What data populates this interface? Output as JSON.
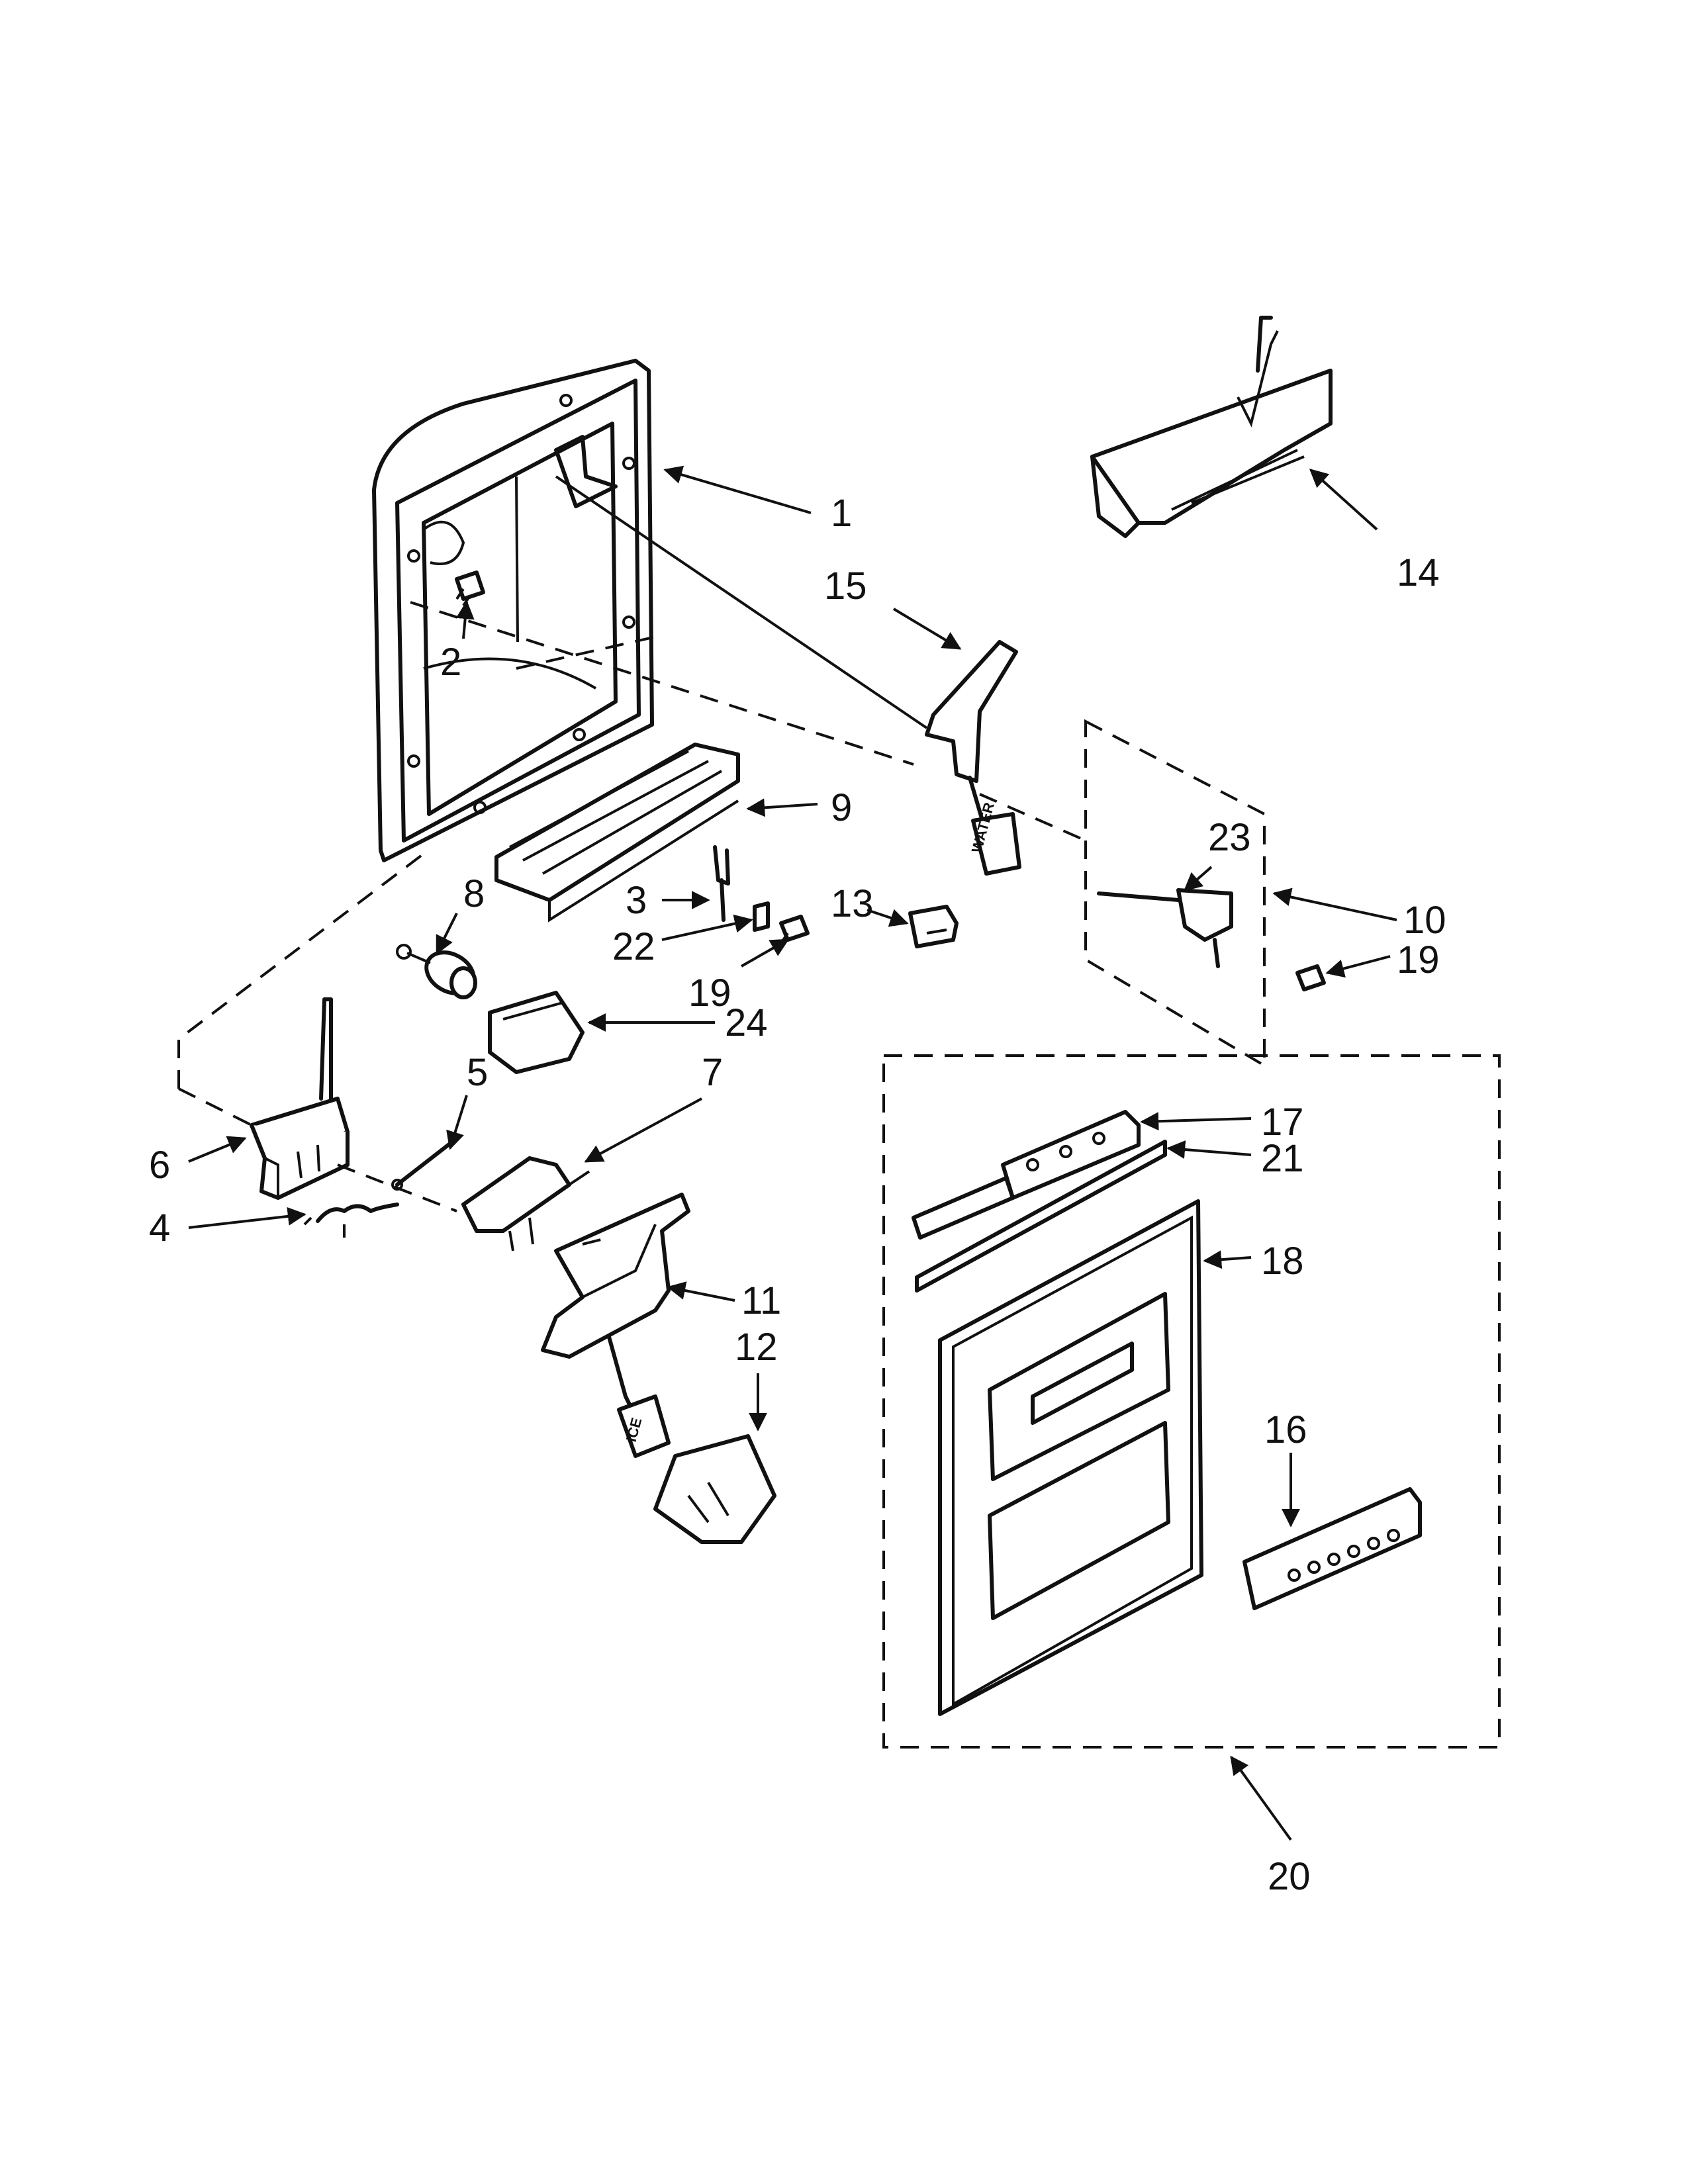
{
  "callouts": {
    "c1": "1",
    "c2": "2",
    "c3": "3",
    "c4": "4",
    "c5": "5",
    "c6": "6",
    "c7": "7",
    "c8": "8",
    "c9": "9",
    "c10": "10",
    "c11": "11",
    "c12": "12",
    "c13": "13",
    "c14": "14",
    "c15": "15",
    "c16": "16",
    "c17": "17",
    "c18": "18",
    "c19a": "19",
    "c19b": "19",
    "c20": "20",
    "c21": "21",
    "c22": "22",
    "c23": "23",
    "c24": "24"
  },
  "part_marks": {
    "water_pad": "WATER",
    "ice_pad": "ICE"
  }
}
